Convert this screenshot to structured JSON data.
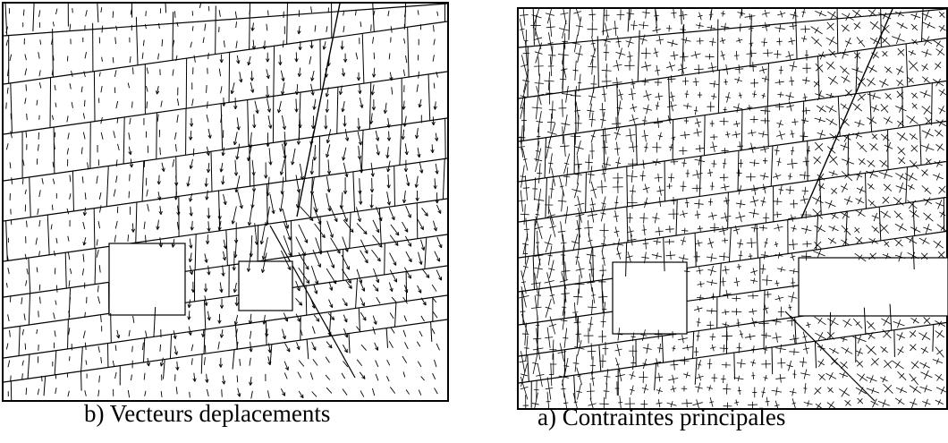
{
  "figure": {
    "panels": [
      {
        "id": "displacement",
        "caption": "b) Vecteurs deplacements",
        "symbol": "arrow-icon"
      },
      {
        "id": "stress",
        "caption": "a) Contraintes principales",
        "symbol": "cross-icon"
      }
    ],
    "colors": {
      "ink": "#000000",
      "background": "#ffffff"
    }
  }
}
